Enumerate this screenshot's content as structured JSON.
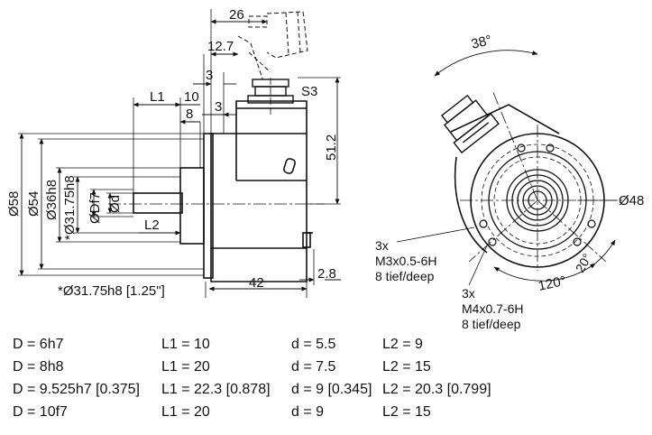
{
  "side_view": {
    "dims": {
      "d26": "26",
      "d12_7": "12.7",
      "d3_top": "3",
      "d3_mid": "3",
      "L1": "L1",
      "d10": "10",
      "d8": "8",
      "S3": "S3",
      "d51_2": "51.2",
      "d58": "Ø58",
      "d54": "Ø54",
      "d36h8": "Ø36h8",
      "d31_75h8": "*Ø31.75h8",
      "dDf7": "ØDf7",
      "dd": "Ød",
      "L2": "L2",
      "d42": "42",
      "d2_8": "2.8"
    },
    "footnote": "*Ø31.75h8 [1.25\"]"
  },
  "front_view": {
    "angle_38": "38°",
    "dia48": "Ø48",
    "angle_120": "120°",
    "angle_20": "20°",
    "thread_m3": [
      "3x",
      "M3x0.5-6H",
      "8 tief/deep"
    ],
    "thread_m4": [
      "3x",
      "M4x0.7-6H",
      "8 tief/deep"
    ]
  },
  "spec_table": [
    [
      "D = 6h7",
      "L1 = 10",
      "d = 5.5",
      "L2 =   9"
    ],
    [
      "D = 8h8",
      "L1 = 20",
      "d = 7.5",
      "L2 = 15"
    ],
    [
      "D = 9.525h7 [0.375]",
      "L1 = 22.3 [0.878]",
      "d = 9 [0.345]",
      "L2 = 20.3 [0.799]"
    ],
    [
      "D = 10f7",
      "L1 = 20",
      "d = 9",
      "L2 = 15"
    ]
  ]
}
